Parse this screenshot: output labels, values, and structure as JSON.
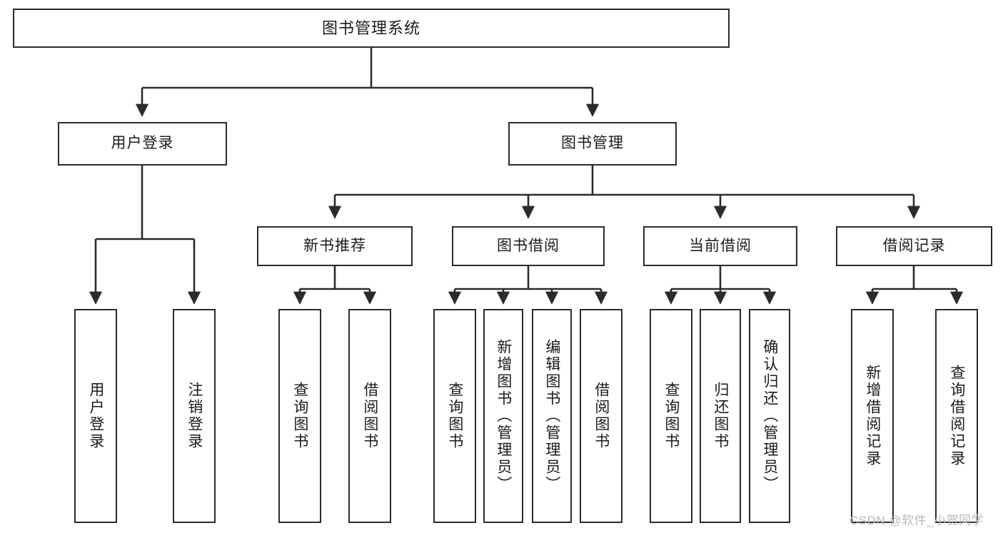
{
  "diagram": {
    "title": "图书管理系统",
    "type": "tree-hierarchy-diagram",
    "colors": {
      "box_border": "#2b2b2b",
      "box_fill": "#ffffff",
      "connector": "#2b2b2b",
      "text": "#1b1b1b",
      "watermark": "#b9b9b9"
    },
    "root": {
      "label": "图书管理系统"
    },
    "level2": [
      {
        "label": "用户登录"
      },
      {
        "label": "图书管理"
      }
    ],
    "level3": [
      {
        "label": "新书推荐"
      },
      {
        "label": "图书借阅"
      },
      {
        "label": "当前借阅"
      },
      {
        "label": "借阅记录"
      }
    ],
    "leaves": {
      "user_login": [
        {
          "label": "用户登录"
        },
        {
          "label": "注销登录"
        }
      ],
      "new_book_recommend": [
        {
          "label": "查询图书"
        },
        {
          "label": "借阅图书"
        }
      ],
      "book_borrow": [
        {
          "label": "查询图书"
        },
        {
          "label": "新增图书（管理员）"
        },
        {
          "label": "编辑图书（管理员）"
        },
        {
          "label": "借阅图书"
        }
      ],
      "current_borrow": [
        {
          "label": "查询图书"
        },
        {
          "label": "归还图书"
        },
        {
          "label": "确认归还（管理员）"
        }
      ],
      "borrow_record": [
        {
          "label": "新增借阅记录"
        },
        {
          "label": "查询借阅记录"
        }
      ]
    }
  },
  "watermark": {
    "text": "CSDN @软件_小贺同学"
  }
}
